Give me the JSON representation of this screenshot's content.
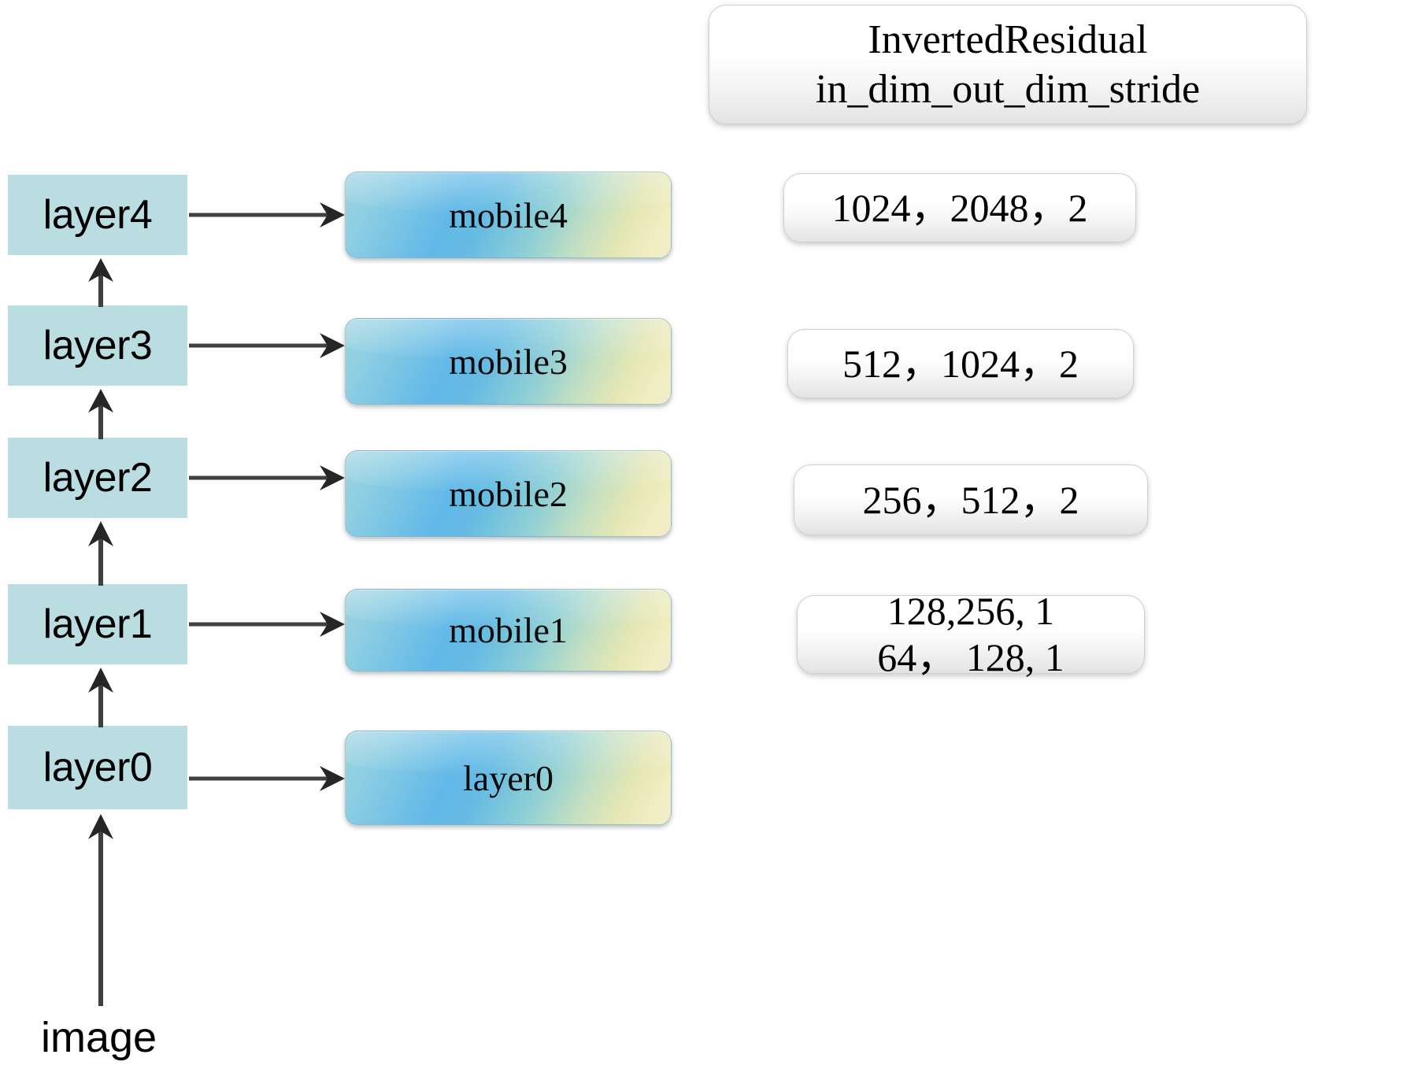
{
  "diagram": {
    "title": "Backbone layer to InvertedResidual mapping",
    "colors": {
      "layer_box_fill": "#b9dde1",
      "arrow": "#404040",
      "mobile_gradient_blue": "#62b9e8",
      "mobile_gradient_cream": "#efeccd",
      "param_box_fill": "#f2f2f2"
    }
  },
  "header": {
    "line1": "InvertedResidual",
    "line2": "in_dim_out_dim_stride",
    "text": "InvertedResidual\nin_dim_out_dim_stride"
  },
  "left_column": {
    "layers": [
      {
        "label": "layer4"
      },
      {
        "label": "layer3"
      },
      {
        "label": "layer2"
      },
      {
        "label": "layer1"
      },
      {
        "label": "layer0"
      }
    ],
    "input_label": "image"
  },
  "middle_column": {
    "blocks": [
      {
        "label": "mobile4"
      },
      {
        "label": "mobile3"
      },
      {
        "label": "mobile2"
      },
      {
        "label": "mobile1"
      },
      {
        "label": "layer0"
      }
    ]
  },
  "right_column": {
    "params": [
      {
        "text": "1024，2048，2"
      },
      {
        "text": "512，1024，2"
      },
      {
        "text": "256，512，2"
      },
      {
        "text": "128,256, 1\n64， 128, 1"
      }
    ]
  }
}
